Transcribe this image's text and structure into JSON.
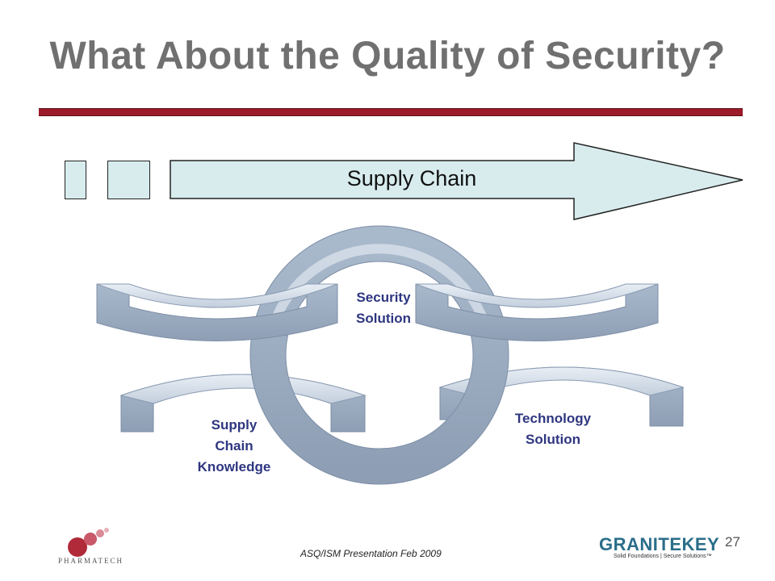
{
  "slide": {
    "title": "What About the Quality of Security?",
    "arrow_label": "Supply Chain",
    "labels": {
      "security": "Security\nSolution",
      "supply_chain": "Supply\nChain\nKnowledge",
      "technology": "Technology\nSolution"
    },
    "footer": "ASQ/ISM Presentation Feb 2009",
    "page_number": "27",
    "logo_left_text": "PHARMATECH",
    "logo_right_word": "GRANITEKEY",
    "logo_right_tagline": "Solid Foundations | Secure Solutions™"
  },
  "colors": {
    "title": "#707070",
    "rule": "#9b1b2a",
    "arrow_fill": "#d8ecee",
    "ring_fill": "#b7c6d8",
    "label": "#2e3680"
  }
}
